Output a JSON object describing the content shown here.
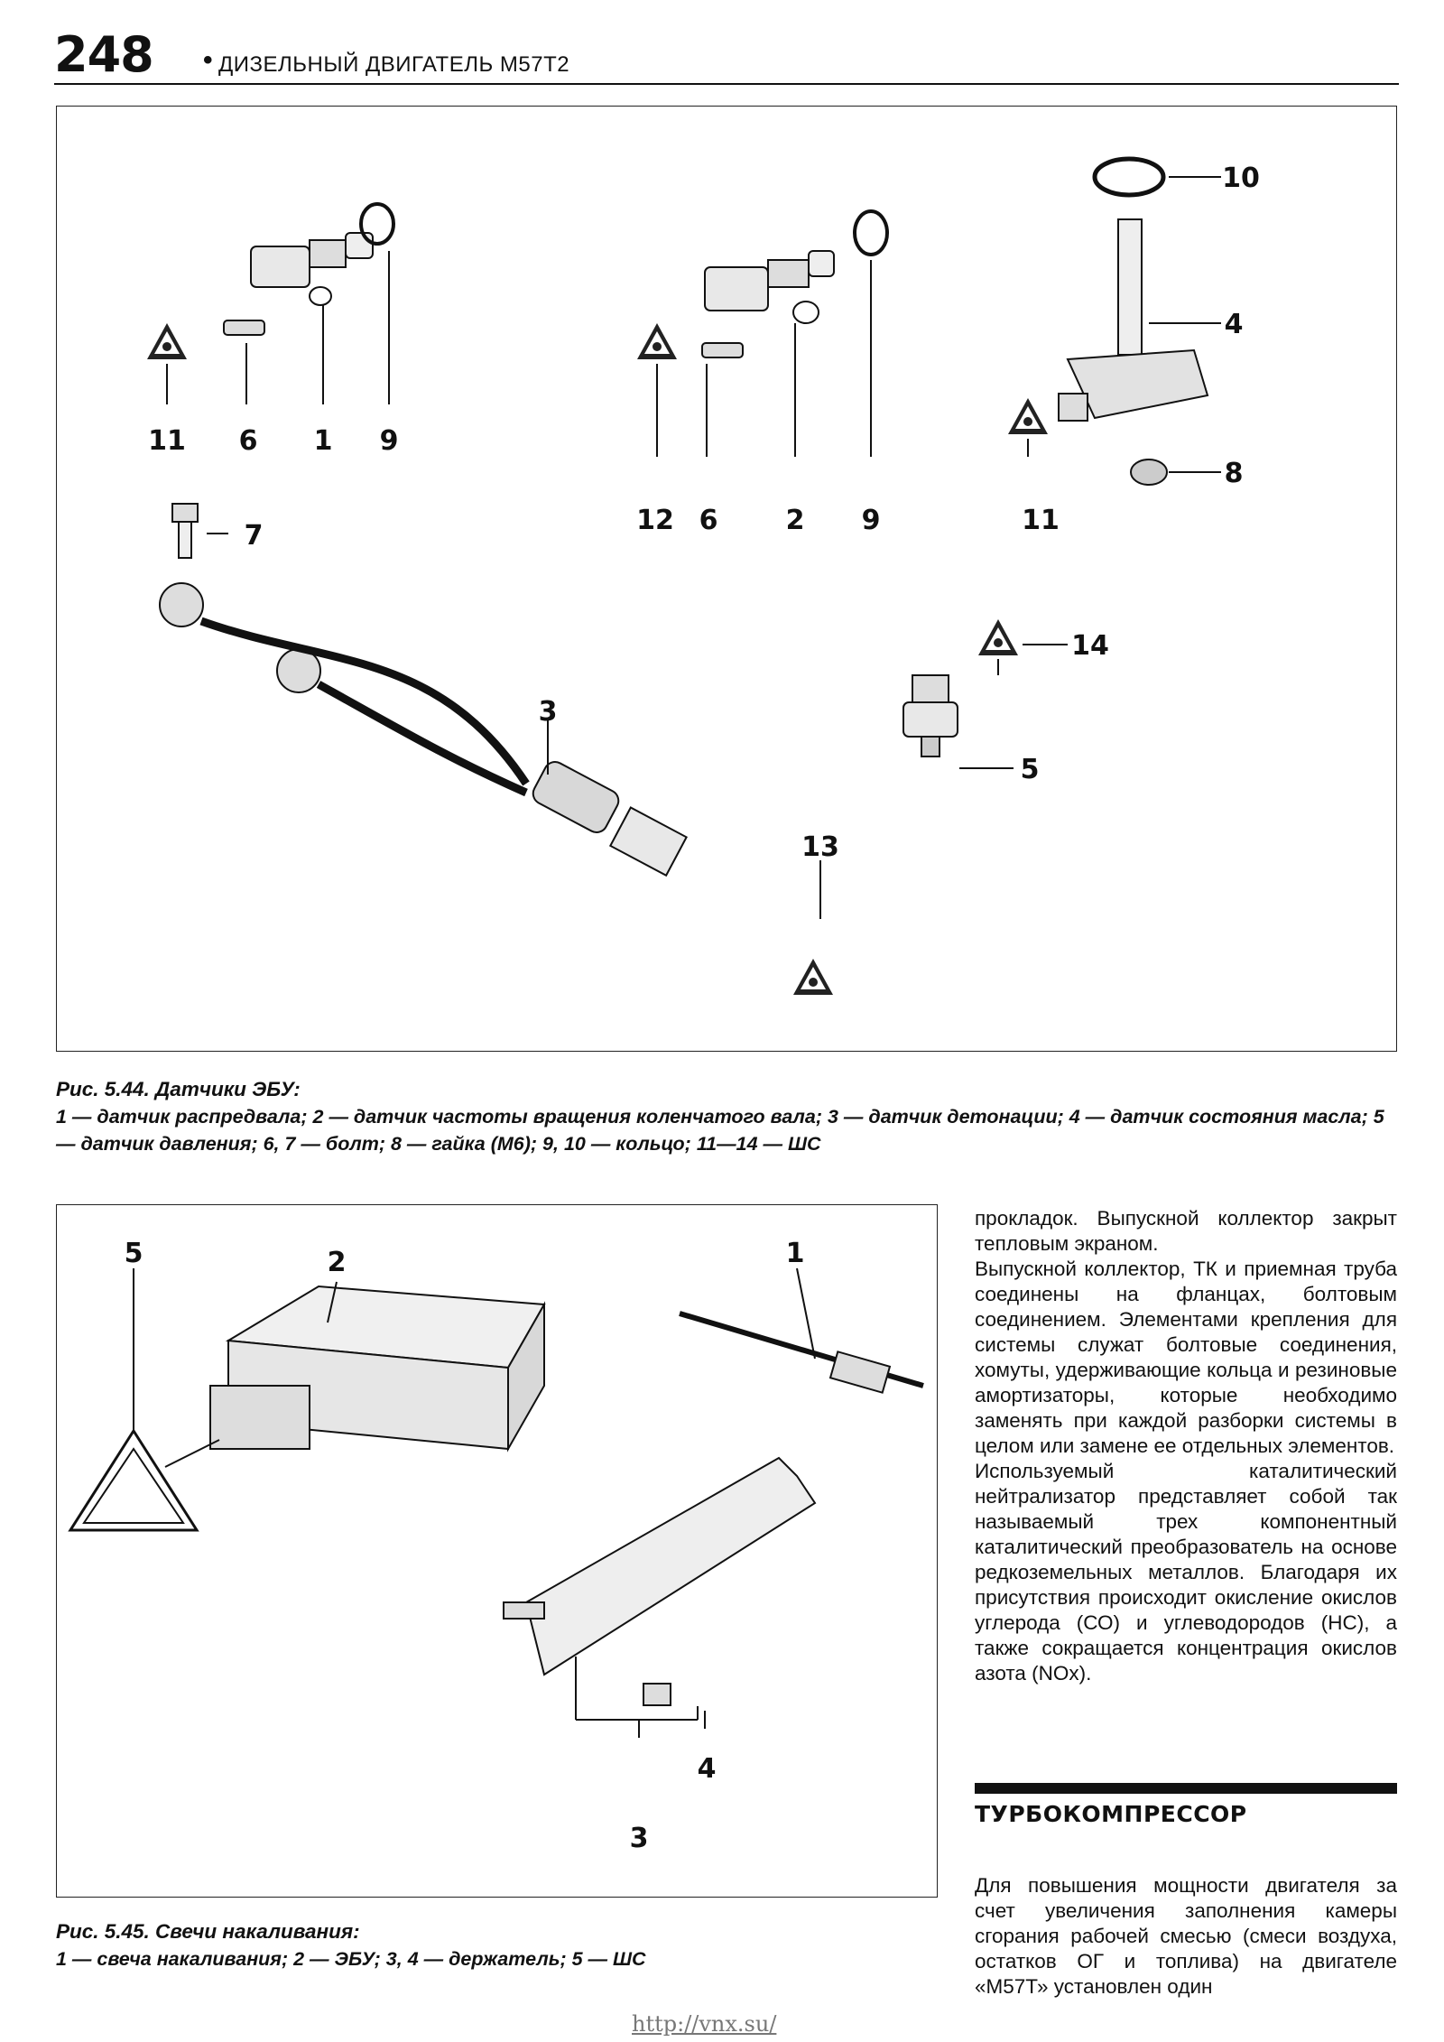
{
  "header": {
    "page_number": "248",
    "title": "ДИЗЕЛЬНЫЙ ДВИГАТЕЛЬ М57Т2"
  },
  "figure_544": {
    "callouts": [
      "11",
      "6",
      "1",
      "9",
      "12",
      "6",
      "2",
      "9",
      "10",
      "4",
      "8",
      "11",
      "7",
      "3",
      "13",
      "14",
      "5"
    ],
    "caption_title": "Рис. 5.44. Датчики ЭБУ:",
    "caption_text": "1 — датчик распредвала; 2 — датчик частоты вращения коленчатого вала; 3 — датчик детонации; 4 — датчик состояния масла; 5 — датчик давления; 6, 7 — болт; 8 — гайка (М6); 9, 10 — кольцо; 11—14 — ШС"
  },
  "figure_545": {
    "callouts": [
      "2",
      "1",
      "5",
      "4",
      "3"
    ],
    "caption_title": "Рис. 5.45. Свечи накаливания:",
    "caption_text": "1 — свеча накаливания; 2 — ЭБУ; 3, 4 — держатель; 5 — ШС"
  },
  "body_text": {
    "paragraph_1": "прокладок. Выпускной коллектор закрыт тепловым экраном.",
    "paragraph_2": "Выпускной коллектор, ТК и приемная труба соединены на фланцах, болтовым соединением. Элементами крепления для системы служат болтовые соединения, хомуты, удерживающие кольца и резиновые амортизаторы, которые необходимо заменять при каждой разборки системы в целом или замене ее отдельных элементов.",
    "paragraph_3": "Используемый каталитический нейтрализатор представляет собой так называемый трех компонентный каталитический преобразователь на основе редкоземельных металлов. Благодаря их присутствия происходит окисление окислов углерода (СО) и углеводородов (НС), а также сокращается концентрация окислов азота (NOx).",
    "section_heading": "ТУРБОКОМПРЕССОР",
    "paragraph_4": "Для повышения мощности двигателя за счет увеличения заполнения камеры сгорания рабочей смесью (смеси воздуха, остатков ОГ и топлива) на двигателе «М57Т» установлен один"
  },
  "footer": {
    "url": "http://vnx.su/"
  }
}
